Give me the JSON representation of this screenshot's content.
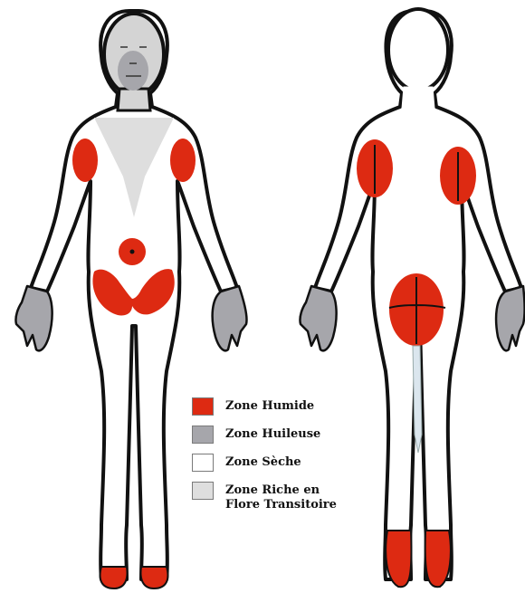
{
  "colors": {
    "humid": "#dd2a12",
    "oily": "#a6a6ab",
    "dry": "#ffffff",
    "transient": "#dedede",
    "outline": "#111111"
  },
  "legend": [
    {
      "label": "Zone Humide",
      "color": "#dd2a12"
    },
    {
      "label": "Zone Huileuse",
      "color": "#a6a6ab"
    },
    {
      "label": "Zone Sèche",
      "color": "#ffffff"
    },
    {
      "label": "Zone Riche en\nFlore Transitoire",
      "color": "#dedede"
    }
  ]
}
